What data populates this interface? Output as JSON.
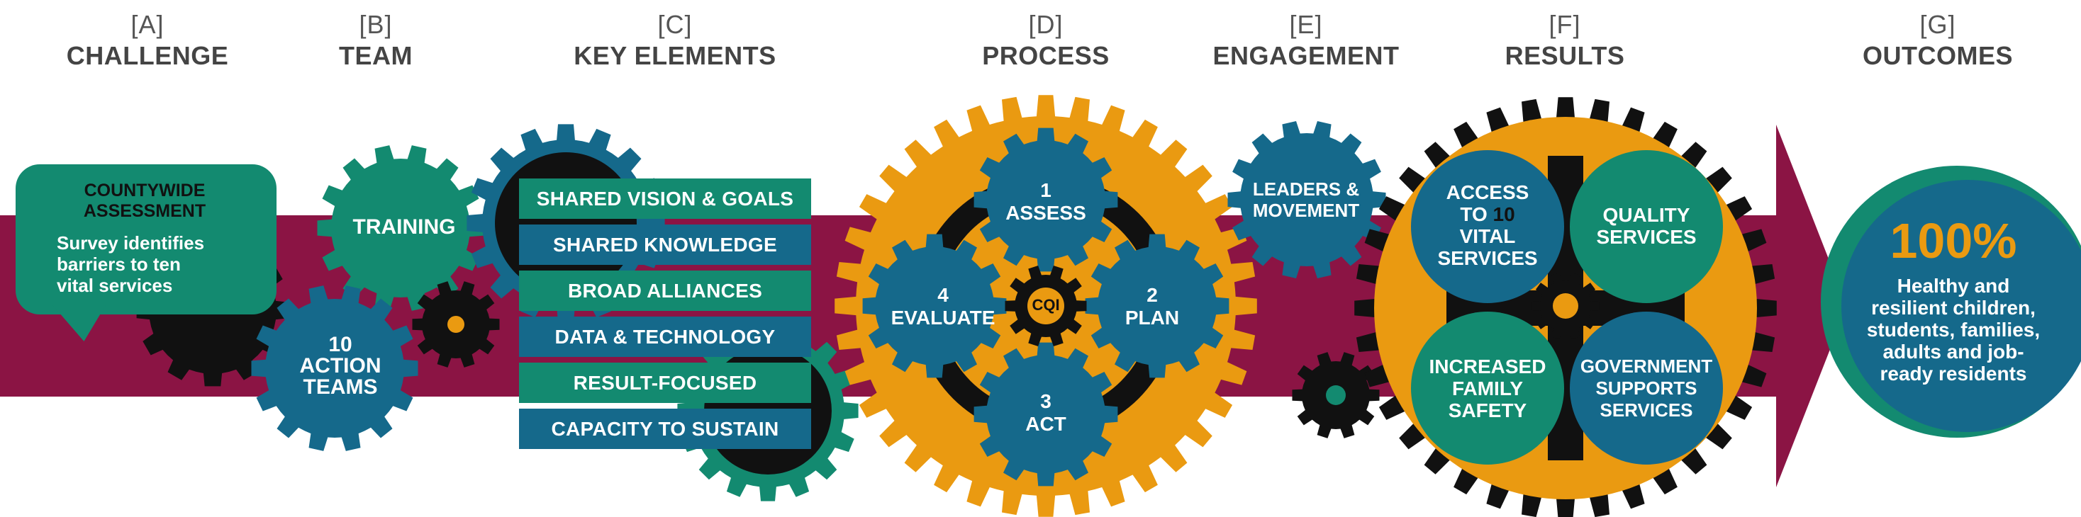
{
  "columns": [
    {
      "letter": "[A]",
      "title": "CHALLENGE"
    },
    {
      "letter": "[B]",
      "title": "TEAM"
    },
    {
      "letter": "[C]",
      "title": "KEY ELEMENTS"
    },
    {
      "letter": "[D]",
      "title": "PROCESS"
    },
    {
      "letter": "[E]",
      "title": "ENGAGEMENT"
    },
    {
      "letter": "[F]",
      "title": "RESULTS"
    },
    {
      "letter": "[G]",
      "title": "OUTCOMES"
    }
  ],
  "challenge": {
    "title_line1": "COUNTYWIDE",
    "title_line2": "ASSESSMENT",
    "body_line1": "Survey identifies",
    "body_line2": "barriers to ten",
    "body_line3": "vital services"
  },
  "team": {
    "training": "TRAINING",
    "action_line1": "10",
    "action_line2": "ACTION",
    "action_line3": "TEAMS"
  },
  "key_elements": [
    "SHARED VISION & GOALS",
    "SHARED KNOWLEDGE",
    "BROAD ALLIANCES",
    "DATA & TECHNOLOGY",
    "RESULT-FOCUSED",
    "CAPACITY TO SUSTAIN"
  ],
  "process": {
    "center": "CQI",
    "steps": [
      {
        "num": "1",
        "label": "ASSESS"
      },
      {
        "num": "2",
        "label": "PLAN"
      },
      {
        "num": "3",
        "label": "ACT"
      },
      {
        "num": "4",
        "label": "EVALUATE"
      }
    ]
  },
  "engagement": {
    "line1": "LEADERS &",
    "line2": "MOVEMENT"
  },
  "results": {
    "access_line1": "ACCESS",
    "access_line2_prefix": "TO ",
    "access_line2_num": "10",
    "access_line3": "VITAL",
    "access_line4": "SERVICES",
    "quality_line1": "QUALITY",
    "quality_line2": "SERVICES",
    "safety_line1": "INCREASED",
    "safety_line2": "FAMILY",
    "safety_line3": "SAFETY",
    "gov_line1": "GOVERNMENT",
    "gov_line2": "SUPPORTS",
    "gov_line3": "SERVICES"
  },
  "outcomes": {
    "percent": "100%",
    "line1": "Healthy and",
    "line2": "resilient children,",
    "line3": "students, families,",
    "line4": "adults and job-",
    "line5": "ready residents"
  },
  "colors": {
    "maroon": "#8b1444",
    "teal_green": "#138a70",
    "blue": "#15698b",
    "orange": "#ea9a11",
    "black": "#111111",
    "gray_text": "#444444"
  }
}
